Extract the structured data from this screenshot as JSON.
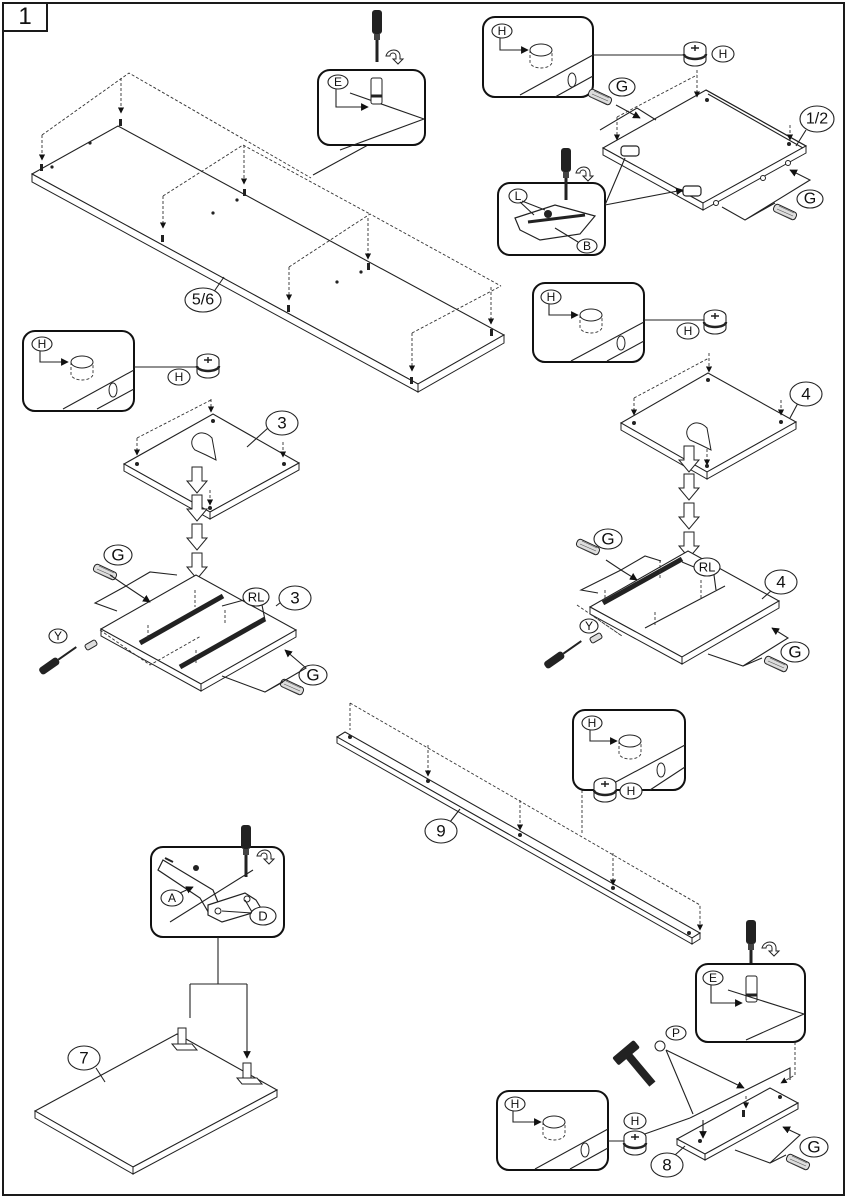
{
  "document": {
    "type": "furniture assembly instruction sheet",
    "step_number": "1",
    "colors": {
      "line": "#222222",
      "background": "#ffffff"
    }
  },
  "parts": {
    "p56": "5/6",
    "p12": "1/2",
    "p3": "3",
    "p4": "4",
    "p9": "9",
    "p7": "7",
    "p8": "8"
  },
  "hardware": {
    "cam_lock": "H",
    "dowel": "G",
    "cam_bolt": "E",
    "hinge_plate_screw": "L",
    "hinge_plate": "B",
    "runner_screw": "Y",
    "runner": "RL",
    "hinge": "A",
    "hinge_screw": "D",
    "nail": "P"
  },
  "tools": [
    "screwdriver-icon",
    "hammer-icon",
    "rotate-arrow-icon",
    "flip-arrow-icon"
  ]
}
